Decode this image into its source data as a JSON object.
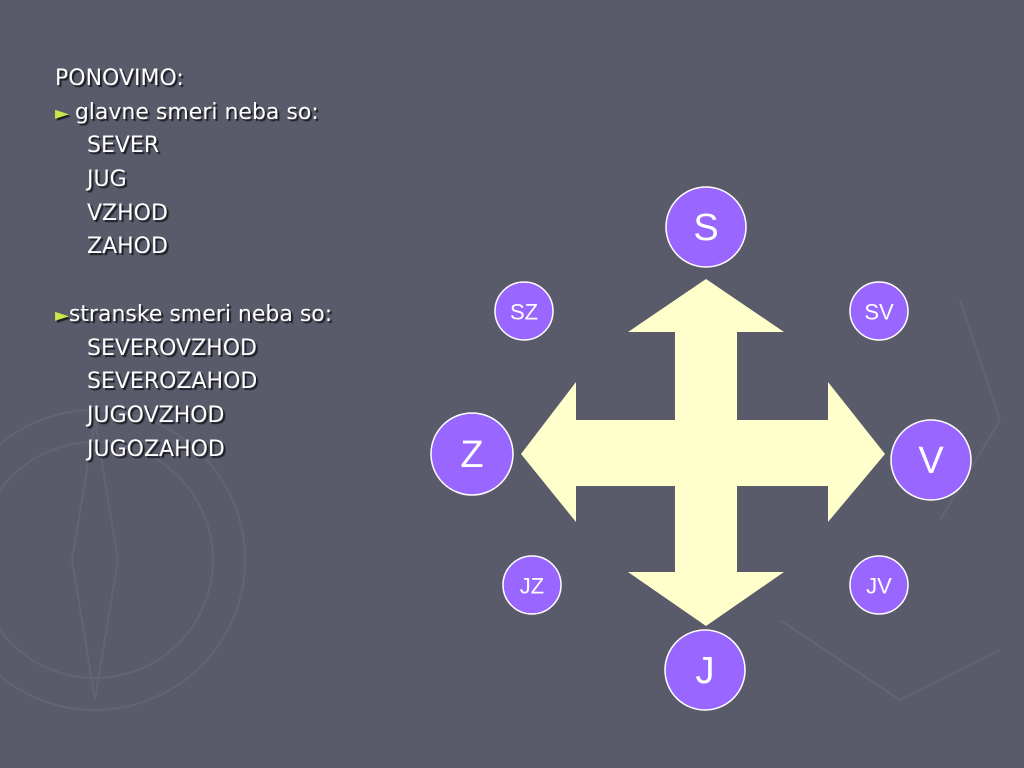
{
  "slide": {
    "title": "PONOVIMO:",
    "main_section": {
      "heading": "glavne smeri neba so:",
      "items": [
        "SEVER",
        "JUG",
        "VZHOD",
        "ZAHOD"
      ]
    },
    "side_section": {
      "heading": "stranske smeri neba so:",
      "items": [
        "SEVEROVZHOD",
        "SEVEROZAHOD",
        "JUGOVZHOD",
        "JUGOZAHOD"
      ]
    }
  },
  "compass": {
    "north": "S",
    "south": "J",
    "east": "V",
    "west": "Z",
    "northeast": "SV",
    "northwest": "SZ",
    "southeast": "JV",
    "southwest": "JZ"
  },
  "colors": {
    "background": "#5a5b6a",
    "arrow_fill": "#ffffcc",
    "circle_fill": "#9966ff",
    "circle_stroke": "#ffffff",
    "bullet": "#c8e84a"
  }
}
